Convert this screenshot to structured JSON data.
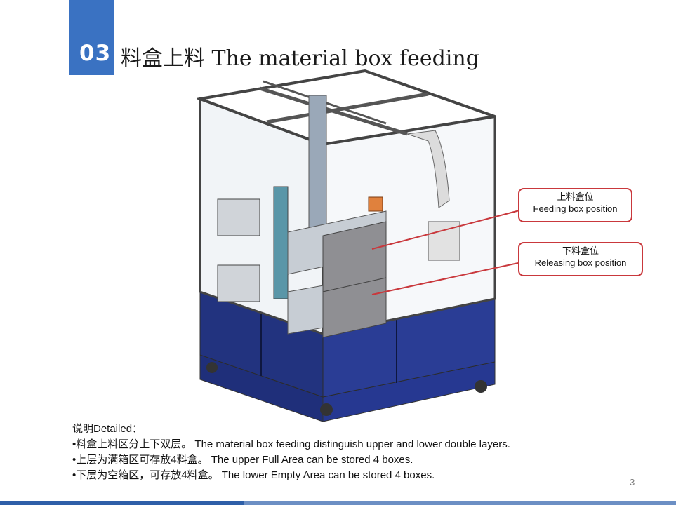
{
  "section": {
    "number": "03",
    "title": "料盒上料 The material box feeding"
  },
  "callouts": {
    "feeding": {
      "cn": "上料盒位",
      "en": "Feeding box position"
    },
    "releasing": {
      "cn": "下料盒位",
      "en": "Releasing box position"
    }
  },
  "notes": {
    "heading": "说明Detailed：",
    "lines": [
      "•料盒上料区分上下双层。 The material box feeding distinguish upper and lower double layers.",
      "•上层为满箱区可存放4料盒。 The upper Full Area can be stored 4 boxes.",
      "•下层为空箱区，可存放4料盒。 The lower Empty Area can be stored 4 boxes."
    ]
  },
  "page_number": "3",
  "colors": {
    "accent_blue": "#3a72c2",
    "callout_red": "#c9383c",
    "cabinet_navy": "#1f2f7a"
  }
}
